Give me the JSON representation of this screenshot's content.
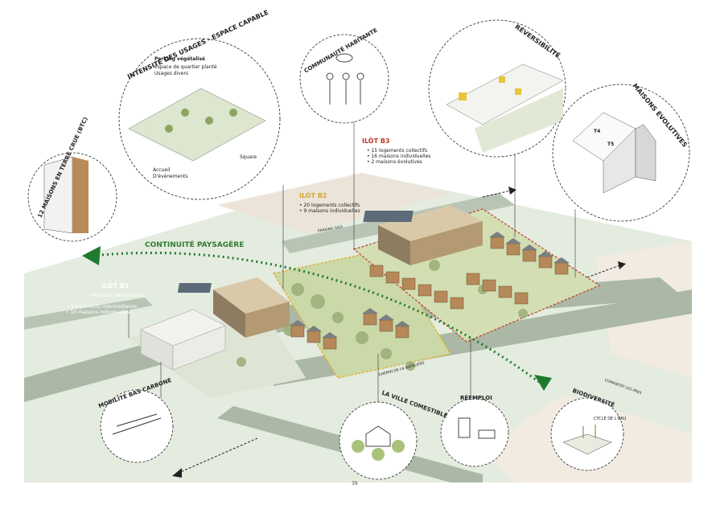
{
  "bubbles": {
    "intensite": {
      "title": "INTENSITÉ DES USAGES - ESPACE CAPABLE",
      "parking_title": "Parking végétalisé",
      "parking_line1": "Espace de quartier planté",
      "parking_line2": "Usages divers",
      "square": "Square",
      "accueil_line1": "Accueil",
      "accueil_line2": "D'événements"
    },
    "communaute": {
      "title": "COMMUNAUTÉ HABITANTE"
    },
    "reversibilite": {
      "title": "RÉVERSIBILITÉ"
    },
    "maisons_evolutives": {
      "title": "MAISONS ÉVOLUTIVES",
      "t4": "T4",
      "t5": "T5"
    },
    "maisons_terre": {
      "title": "12 MAISONS EN TERRE CRUE (BTC)"
    },
    "mobilite": {
      "title": "MOBILITÉ BAS CARBONE"
    },
    "ville_comestible": {
      "title": "LA VILLE COMESTIBLE"
    },
    "reemploi": {
      "title": "RÉEMPLOI"
    },
    "biodiversite": {
      "title": "BIODIVERSITÉ",
      "cycle": "CYCLE DE L'EAU"
    }
  },
  "ilots": {
    "b3": {
      "title": "ILÔT B3",
      "items": [
        "15 logements collectifs",
        "16 maisons individuelles",
        "2 maisons évolutives"
      ]
    },
    "b2": {
      "title": "ILÔT B2",
      "items": [
        "20 logements collectifs",
        "9 maisons individuelles"
      ]
    },
    "b1": {
      "title": "ILÔT B1",
      "subtitle": "Habitats participatifs",
      "items": [
        "9 logements intermédiaires",
        "10 maisons individuelles"
      ]
    }
  },
  "map": {
    "continuite": "CONTINUITÉ PAYSAGÈRE",
    "parking_silo": "PARKING SILO",
    "chemin": "CHEMIN DE LA GATELIERE",
    "comabitat": "COMABITAT LES PRES"
  },
  "page_number": "39",
  "colors": {
    "road": "#a8b8a4",
    "ground": "#dfe7d9",
    "lot_green": "#c9d7a8",
    "red": "#c0392b",
    "yellow": "#e0b43c",
    "dark_green": "#1f7a2e"
  }
}
